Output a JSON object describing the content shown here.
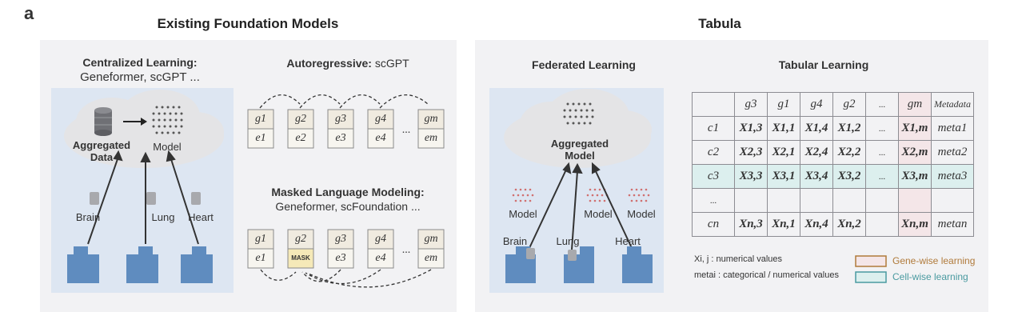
{
  "panel_label": "a",
  "left": {
    "title": "Existing Foundation Models",
    "centralized": {
      "heading": "Centralized Learning:",
      "examples": "Geneformer, scGPT ...",
      "aggregated_data": "Aggregated\nData",
      "model_label": "Model",
      "sources": [
        "Brain",
        "Lung",
        "Heart"
      ]
    },
    "autoregressive": {
      "heading": "Autoregressive:",
      "example": "scGPT",
      "gene_tokens": [
        "g1",
        "g2",
        "g3",
        "g4",
        "gm"
      ],
      "expr_tokens": [
        "e1",
        "e2",
        "e3",
        "e4",
        "em"
      ],
      "ellipsis": "..."
    },
    "mlm": {
      "heading": "Masked Language Modeling:",
      "examples": "Geneformer, scFoundation ...",
      "gene_tokens": [
        "g1",
        "g2",
        "g3",
        "g4",
        "gm"
      ],
      "expr_tokens": [
        "e1",
        "MASK",
        "e3",
        "e4",
        "em"
      ],
      "ellipsis": "..."
    }
  },
  "right": {
    "title": "Tabula",
    "federated": {
      "heading": "Federated Learning",
      "aggregated_model": "Aggregated\nModel",
      "client_models": [
        "Model",
        "Model",
        "Model"
      ],
      "sources": [
        "Brain",
        "Lung",
        "Heart"
      ]
    },
    "tabular": {
      "heading": "Tabular Learning",
      "columns": [
        "g3",
        "g1",
        "g4",
        "g2",
        "...",
        "gm",
        "Metadata"
      ],
      "rows": [
        {
          "id": "c1",
          "cells": [
            "X1,3",
            "X1,1",
            "X1,4",
            "X1,2",
            "...",
            "X1,m",
            "meta1"
          ]
        },
        {
          "id": "c2",
          "cells": [
            "X2,3",
            "X2,1",
            "X2,4",
            "X2,2",
            "...",
            "X2,m",
            "meta2"
          ]
        },
        {
          "id": "c3",
          "cells": [
            "X3,3",
            "X3,1",
            "X3,4",
            "X3,2",
            "...",
            "X3,m",
            "meta3"
          ]
        },
        {
          "id": "...",
          "cells": [
            "",
            "",
            "",
            "",
            "",
            "",
            ""
          ]
        },
        {
          "id": "cn",
          "cells": [
            "Xn,3",
            "Xn,1",
            "Xn,4",
            "Xn,2",
            "",
            "Xn,m",
            "metan"
          ]
        }
      ],
      "legend": {
        "xij": "Xi, j : numerical values",
        "meta": "metai : categorical / numerical values",
        "gene_wise": "Gene-wise learning",
        "cell_wise": "Cell-wise learning"
      }
    }
  },
  "colors": {
    "panel_bg": "#f2f2f4",
    "blue_box": "#dde6f2",
    "gene_wise": "#b07a3a",
    "cell_wise": "#4a9aa0",
    "gene_wise_fill": "#f4e6e8",
    "cell_wise_fill": "#dcefee",
    "mask_fill": "#f5e9b8"
  }
}
